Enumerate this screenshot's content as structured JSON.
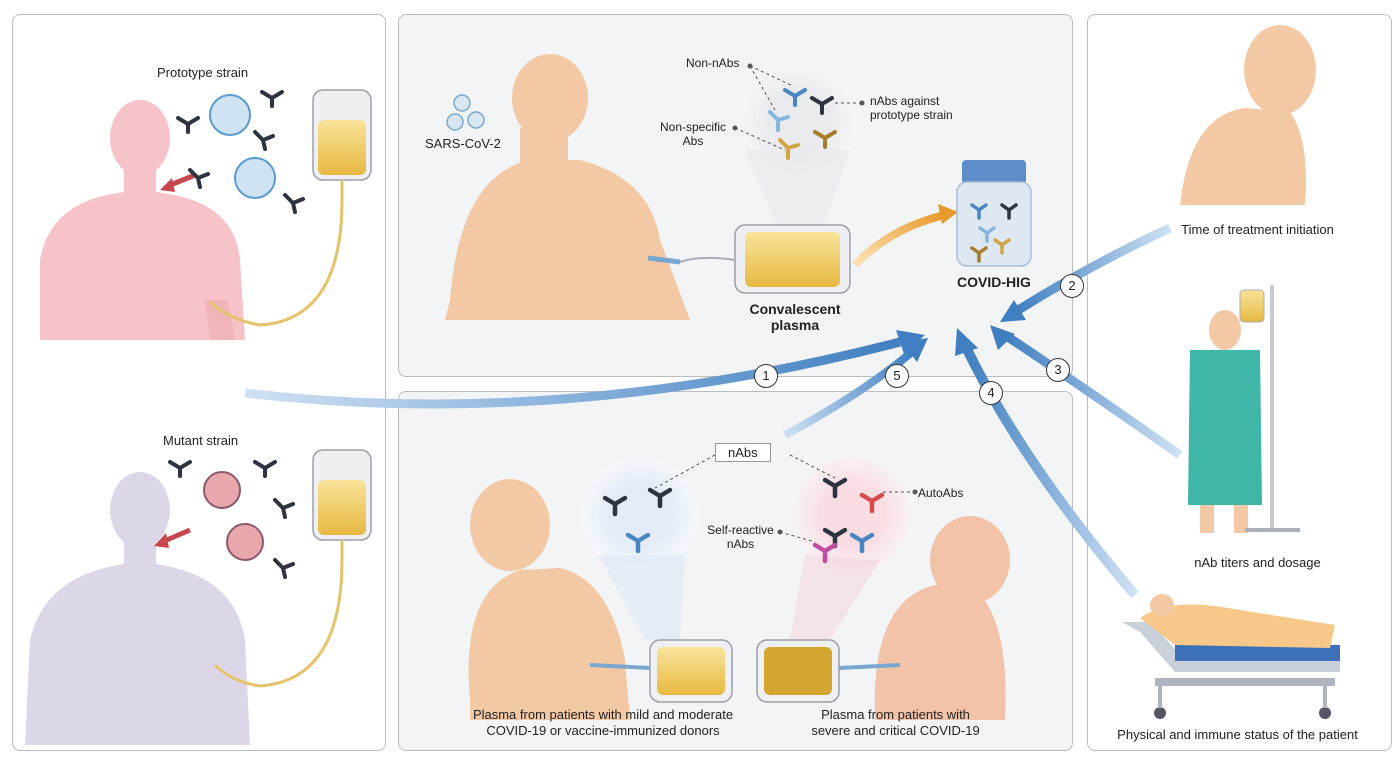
{
  "left_panel": {
    "top_label": "Prototype strain",
    "bottom_label": "Mutant strain"
  },
  "top_center": {
    "virus_label": "SARS-CoV-2",
    "non_nabs": "Non-nAbs",
    "nabs_against_1": "nAbs against",
    "nabs_against_2": "prototype strain",
    "non_specific_1": "Non-specific",
    "non_specific_2": "Abs",
    "plasma_1": "Convalescent",
    "plasma_2": "plasma",
    "product": "COVID-HIG"
  },
  "bottom_center": {
    "nabs": "nAbs",
    "autoabs": "AutoAbs",
    "self_reactive_1": "Self-reactive",
    "self_reactive_2": "nAbs",
    "mild_1": "Plasma from patients with mild and moderate",
    "mild_2": "COVID-19 or vaccine-immunized donors",
    "severe_1": "Plasma from patients with",
    "severe_2": "severe and critical COVID-19"
  },
  "right_panel": {
    "factor_time": "Time of treatment initiation",
    "factor_titer": "nAb titers and dosage",
    "factor_status": "Physical and immune status of the patient"
  },
  "badges": [
    "1",
    "2",
    "3",
    "4",
    "5"
  ],
  "colors": {
    "arrow_blue": "#4a86c5",
    "arrow_orange": "#e9a33a",
    "skin": "#f3c9a5",
    "pink_body": "#f6c4c8",
    "lavender_body": "#ddd6e8",
    "plasma_yellow": "#f0c95a",
    "gown": "#3fb6a8"
  }
}
